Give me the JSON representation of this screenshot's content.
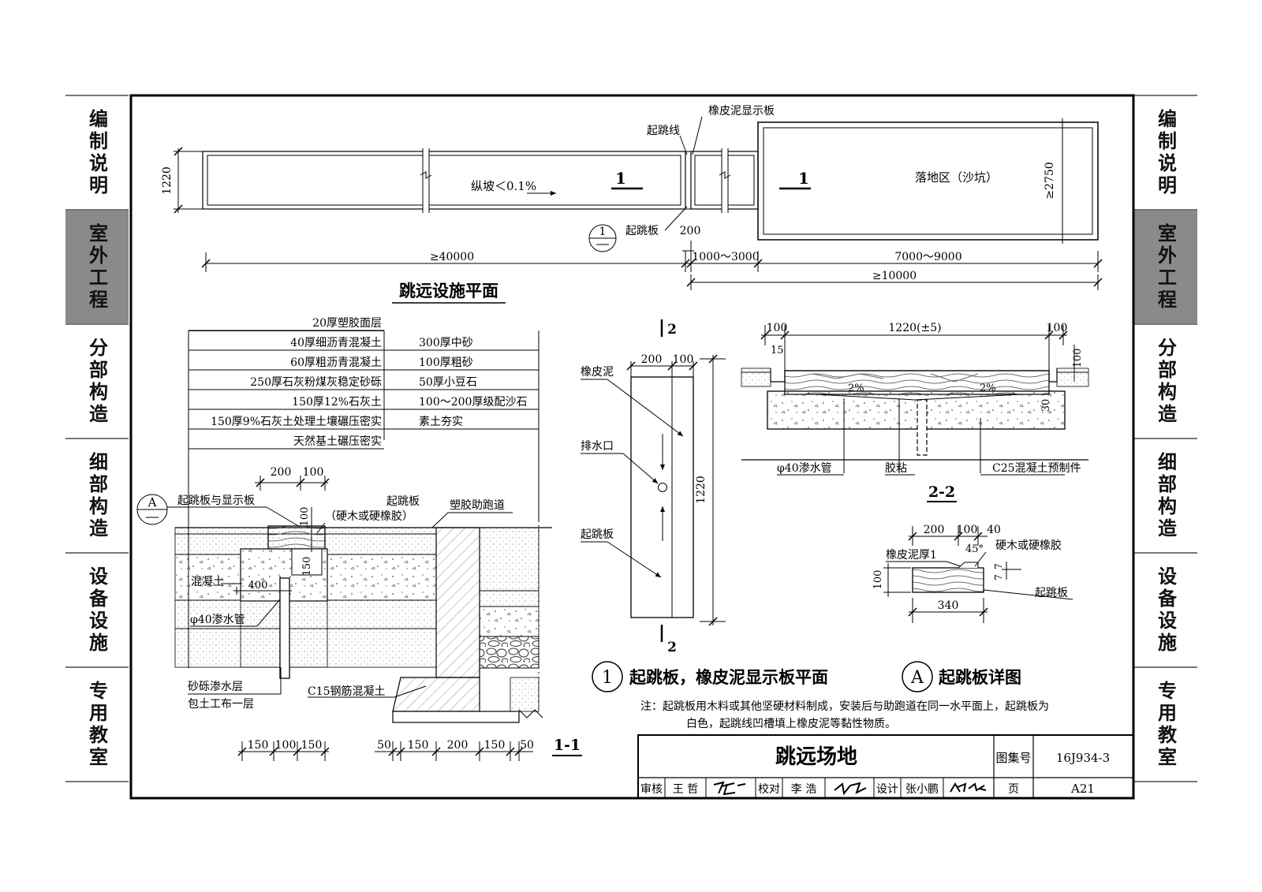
{
  "side_tabs": [
    {
      "label": "编制说明",
      "active": false
    },
    {
      "label": "室外工程",
      "active": true
    },
    {
      "label": "分部构造",
      "active": false
    },
    {
      "label": "细部构造",
      "active": false
    },
    {
      "label": "设备设施",
      "active": false
    },
    {
      "label": "专用教室",
      "active": false
    }
  ],
  "plan": {
    "title": "跳远设施平面",
    "label_board_display": "橡皮泥显示板",
    "label_takeoff_line": "起跳线",
    "label_takeoff_board": "起跳板",
    "label_slope": "纵坡＜0.1%",
    "label_sandpit": "落地区（沙坑）",
    "section_mark": "1",
    "callout_num": "1",
    "dim_width": "1220",
    "dim_pit_width": "≥2750",
    "dim_runway": "≥40000",
    "dim_board": "200",
    "dim_gap": "1000～3000",
    "dim_pit": "7000～9000",
    "dim_total": "≥10000"
  },
  "section11": {
    "layers_left": [
      "20厚塑胶面层",
      "40厚细沥青混凝土",
      "60厚粗沥青混凝土",
      "250厚石灰粉煤灰稳定砂砾",
      "150厚12%石灰土",
      "150厚9%石灰土处理土壤碾压密实",
      "天然基土碾压密实"
    ],
    "layers_right": [
      "300厚中砂",
      "100厚粗砂",
      "50厚小豆石",
      "100～200厚级配沙石",
      "素土夯实"
    ],
    "callout_letter": "A",
    "label_board_display": "起跳板与显示板",
    "label_board": "起跳板",
    "label_board_material": "（硬木或硬橡胶）",
    "label_runway": "塑胶助跑道",
    "label_concrete": "混凝土",
    "label_pipe": "φ40渗水管",
    "label_gravel": "砂砾渗水层",
    "label_geotextile": "包土工布一层",
    "label_c15": "C15钢筋混凝土",
    "dims_top": [
      "200",
      "100"
    ],
    "dim_100": "100",
    "dim_150": "150",
    "dim_400": "400",
    "dims_bottom_left": [
      "150",
      "100",
      "150"
    ],
    "dims_bottom_right": [
      "50",
      "150",
      "200",
      "150",
      "50"
    ],
    "title": "1-1"
  },
  "detail1": {
    "label_plasticine": "橡皮泥",
    "label_drain": "排水口",
    "label_board": "起跳板",
    "dims_top": [
      "200",
      "100"
    ],
    "dim_length": "1220",
    "section_mark": "2",
    "callout_num": "1",
    "title": "起跳板，橡皮泥显示板平面"
  },
  "section22": {
    "dims_top": [
      "100",
      "1220(±5)",
      "100"
    ],
    "dim_15": "15",
    "dim_100": "100",
    "dim_30": "30",
    "slope1": "2%",
    "slope2": "2%",
    "label_pipe": "φ40渗水管",
    "label_glue": "胶粘",
    "label_precast": "C25混凝土预制件",
    "title": "2-2"
  },
  "detailA": {
    "dims_top": [
      "200",
      "100",
      "40"
    ],
    "label_plasticine": "橡皮泥厚1",
    "label_angle": "45°",
    "label_material": "硬木或硬橡胶",
    "dim_7a": "7",
    "dim_7b": "7",
    "dim_height": "100",
    "dim_width": "340",
    "label_board": "起跳板",
    "callout_letter": "A",
    "title": "起跳板详图"
  },
  "note": {
    "line1": "注：起跳板用木料或其他坚硬材料制成，安装后与助跑道在同一水平面上，起跳板为",
    "line2": "白色，起跳线凹槽填上橡皮泥等黏性物质。"
  },
  "title_block": {
    "title": "跳远场地",
    "atlas_label": "图集号",
    "atlas_no": "16J934-3",
    "review_label": "审核",
    "reviewer": "王 哲",
    "check_label": "校对",
    "checker": "李 浩",
    "design_label": "设计",
    "designer": "张小鹏",
    "page_label": "页",
    "page_no": "A21"
  }
}
